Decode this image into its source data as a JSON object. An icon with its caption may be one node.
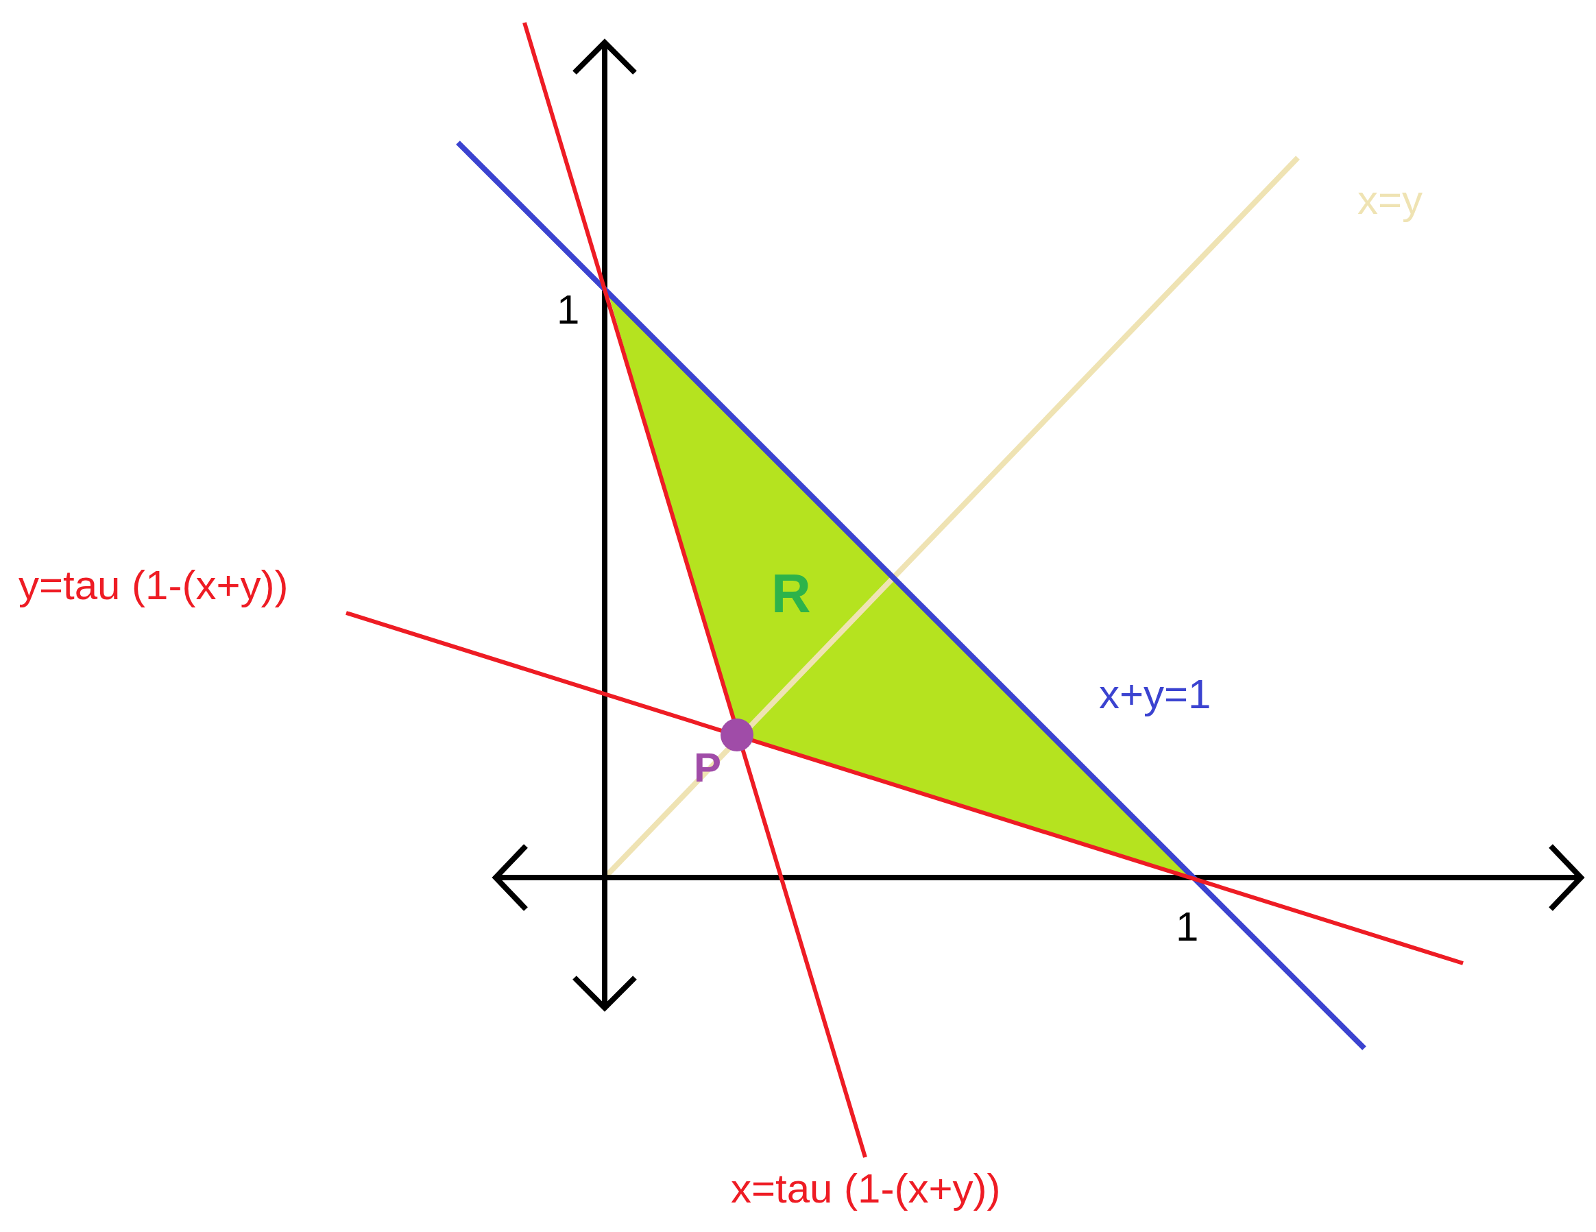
{
  "diagram": {
    "labels": [
      "1",
      "x=y",
      "y=tau (1-(x+y))",
      "R",
      "x+y=1",
      "P",
      "1",
      "x=tau (1-(x+y))"
    ]
  }
}
